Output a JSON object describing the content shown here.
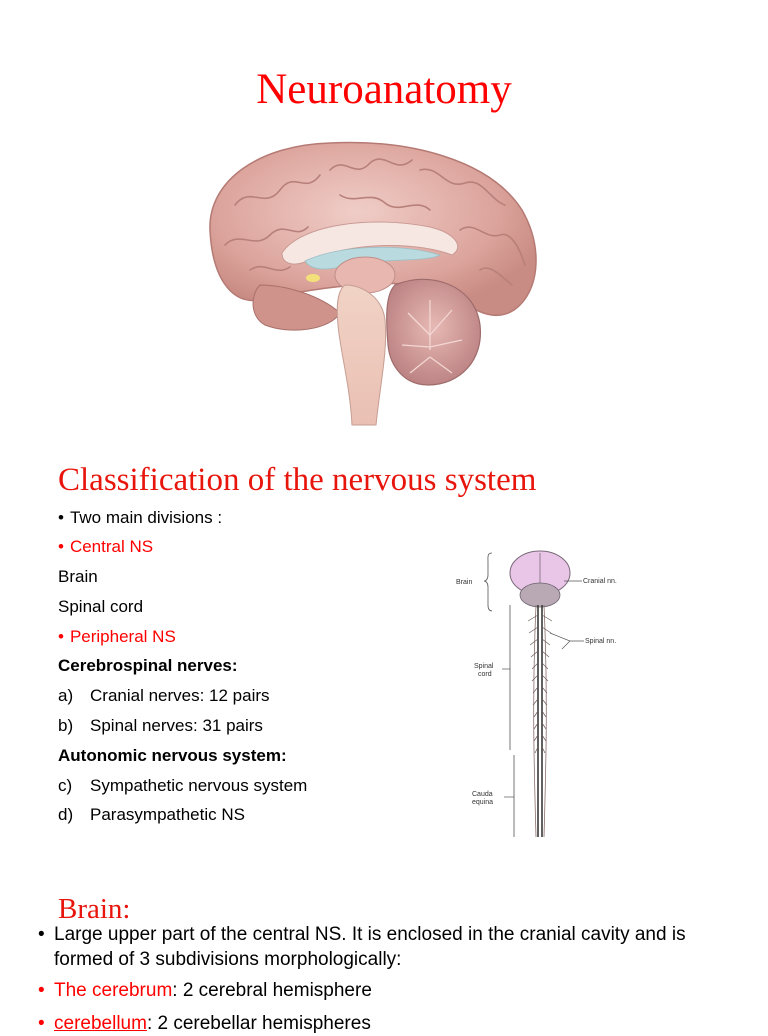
{
  "title": "Neuroanatomy",
  "classification": {
    "heading": "Classification of the nervous system",
    "intro": "Two main divisions :",
    "central": {
      "label": "Central NS",
      "items": [
        "Brain",
        "Spinal cord"
      ]
    },
    "peripheral": {
      "label": "Peripheral NS",
      "cerebrospinal": {
        "heading": "Cerebrospinal nerves:",
        "items": [
          {
            "marker": "a)",
            "text": "Cranial nerves: 12 pairs"
          },
          {
            "marker": "b)",
            "text": "Spinal nerves: 31 pairs"
          }
        ]
      },
      "autonomic": {
        "heading": "Autonomic nervous system:",
        "items": [
          {
            "marker": "c)",
            "text": "Sympathetic nervous system"
          },
          {
            "marker": "d)",
            "text": "Parasympathetic NS"
          }
        ]
      }
    }
  },
  "figure_labels": {
    "brain": "Brain",
    "cranial": "Cranial nn.",
    "spinal_nerves": "Spinal nn.",
    "spinal_cord_1": "Spinal",
    "spinal_cord_2": "cord",
    "cauda_1": "Cauda",
    "cauda_2": "equina"
  },
  "brain_section": {
    "heading": "Brain:",
    "intro": "Large upper part of the central NS. It is enclosed in the cranial cavity and is formed of 3 subdivisions morphologically:",
    "items": [
      {
        "term": "The cerebrum",
        "rest": ": 2 cerebral hemisphere"
      },
      {
        "term": "cerebellum",
        "rest": ": 2 cerebellar hemispheres"
      }
    ]
  },
  "colors": {
    "heading_red": "#e8150c",
    "bullet_red": "#ff0000",
    "brain_pink": "#e7b8b2"
  }
}
